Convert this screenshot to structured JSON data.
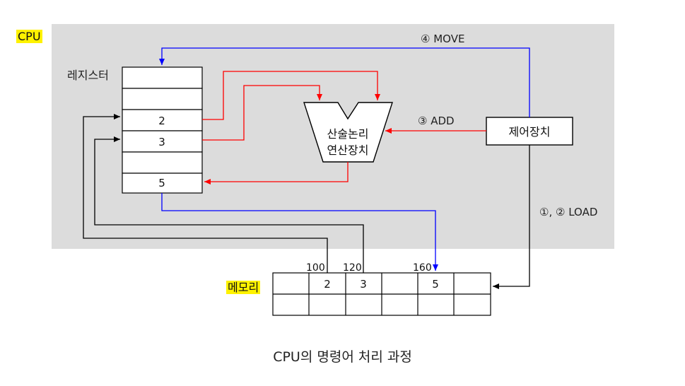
{
  "cpu_label": "CPU",
  "memory_label": "메모리",
  "register_label": "레지스터",
  "alu_label_line1": "산술논리",
  "alu_label_line2": "연산장치",
  "control_unit_label": "제어장치",
  "registers": [
    "",
    "",
    "2",
    "3",
    "",
    "5"
  ],
  "memory": {
    "addresses": [
      "",
      "100",
      "120",
      "",
      "160",
      ""
    ],
    "row1": [
      "",
      "2",
      "3",
      "",
      "5",
      ""
    ],
    "row2": [
      "",
      "",
      "",
      "",
      "",
      ""
    ]
  },
  "steps": {
    "load": "①, ② LOAD",
    "add": "③ ADD",
    "move": "④ MOVE"
  },
  "caption": "CPU의 명령어 처리 과정",
  "colors": {
    "cpu_bg": "#dcdcdc",
    "load_arrow": "#000000",
    "add_arrow": "#ff0000",
    "move_arrow": "#0000ff",
    "highlight": "#fff200"
  }
}
